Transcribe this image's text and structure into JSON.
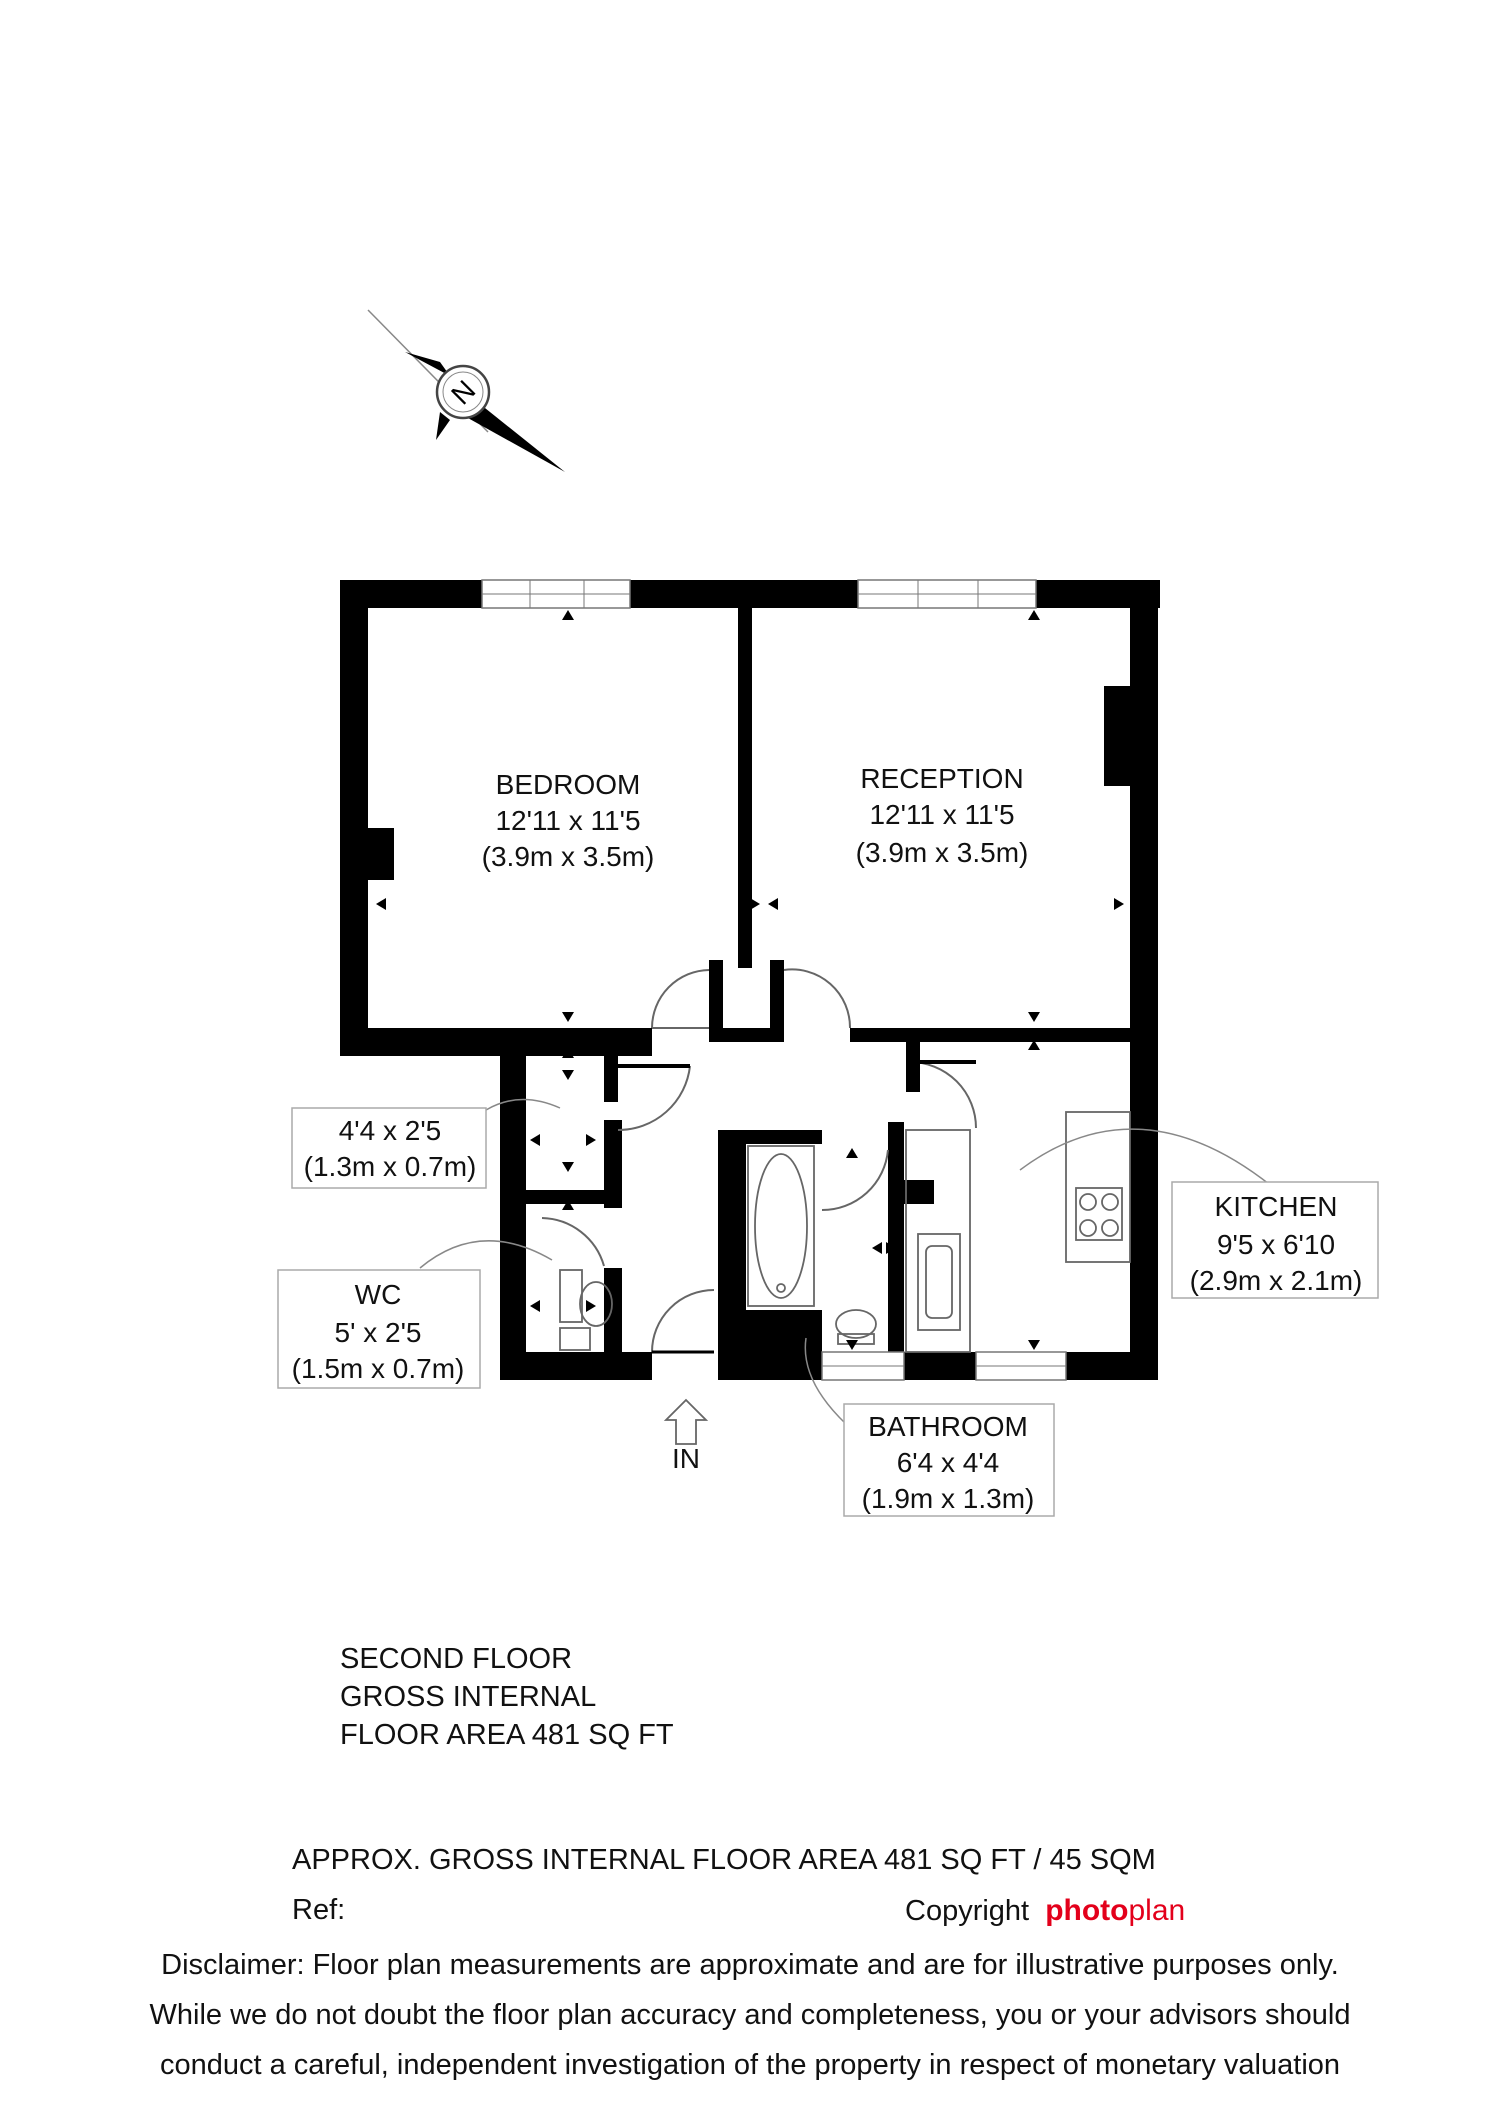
{
  "compass": {
    "letter": "N"
  },
  "rooms": [
    {
      "id": "bedroom",
      "name": "BEDROOM",
      "imperial": "12'11 x 11'5",
      "metric": "(3.9m x 3.5m)"
    },
    {
      "id": "reception",
      "name": "RECEPTION",
      "imperial": "12'11 x 11'5",
      "metric": "(3.9m x 3.5m)"
    },
    {
      "id": "cupboard",
      "name": "",
      "imperial": "4'4 x 2'5",
      "metric": "(1.3m x 0.7m)"
    },
    {
      "id": "wc",
      "name": "WC",
      "imperial": "5' x 2'5",
      "metric": "(1.5m x 0.7m)"
    },
    {
      "id": "kitchen",
      "name": "KITCHEN",
      "imperial": "9'5 x 6'10",
      "metric": "(2.9m x 2.1m)"
    },
    {
      "id": "bathroom",
      "name": "BATHROOM",
      "imperial": "6'4 x 4'4",
      "metric": "(1.9m x 1.3m)"
    }
  ],
  "entrance": {
    "label": "IN"
  },
  "floor_summary": {
    "line1": "SECOND FLOOR",
    "line2": "GROSS INTERNAL",
    "line3": "FLOOR AREA 481 SQ FT"
  },
  "footer": {
    "area": "APPROX. GROSS INTERNAL FLOOR AREA 481 SQ FT / 45 SQM",
    "ref": "Ref:",
    "copyright": "Copyright",
    "brand_a": "photo",
    "brand_b": "plan",
    "disclaimer": [
      "Disclaimer: Floor plan measurements are approximate and are for illustrative purposes only.",
      "While we do not doubt the floor plan accuracy and completeness, you or your advisors should",
      "conduct a careful, independent investigation of the property in respect of monetary valuation"
    ]
  },
  "colors": {
    "wall": "#000000",
    "brand": "#e3001b",
    "thin": "#555555"
  }
}
